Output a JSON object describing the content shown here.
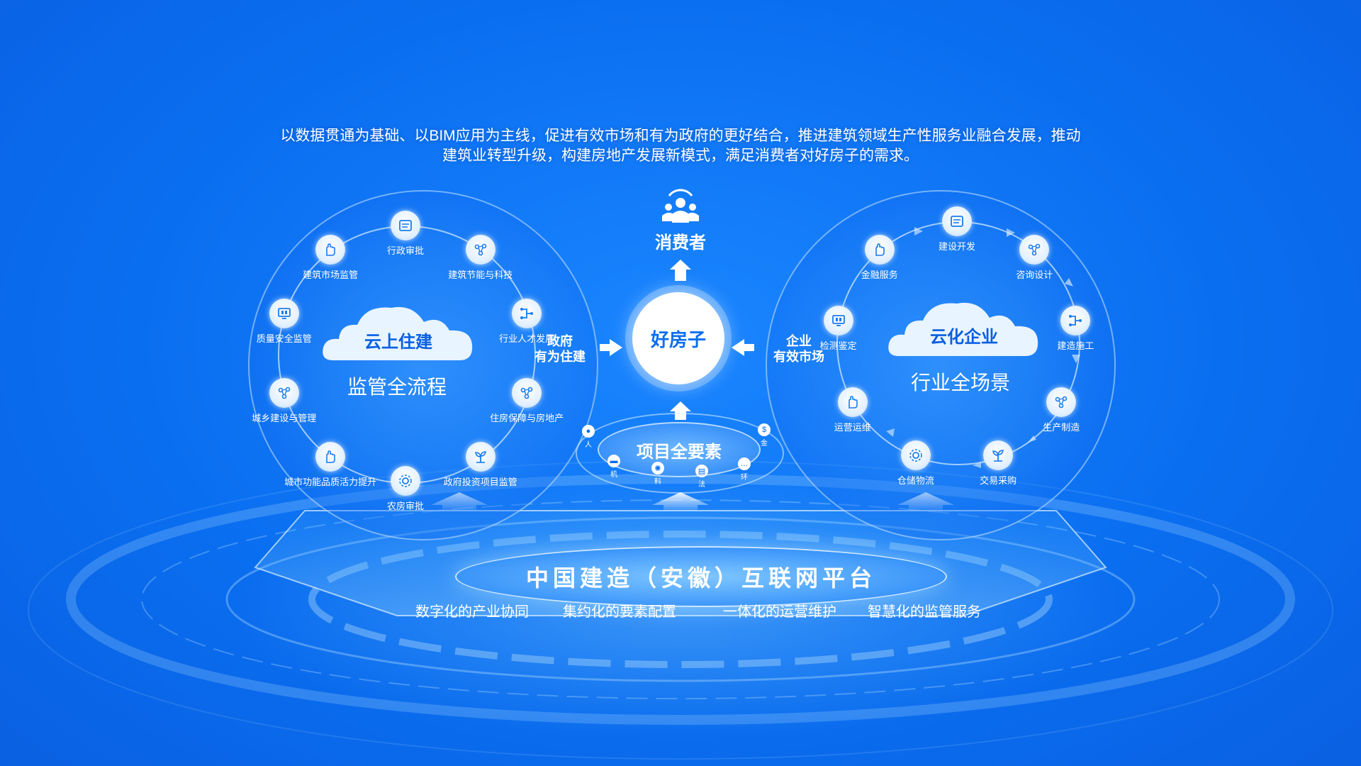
{
  "intro": {
    "line1": "以数据贯通为基础、以BIM应用为主线，促进有效市场和有为政府的更好结合，推进建筑领域生产性服务业融合发展，推动",
    "line2": "建筑业转型升级，构建房地产发展新模式，满足消费者对好房子的需求。"
  },
  "consumer": {
    "label": "消费者",
    "icon": "people-icon"
  },
  "center": {
    "label": "好房子"
  },
  "left": {
    "cloud_label": "云上住建",
    "subtitle": "监管全流程",
    "side_label_line1": "政府",
    "side_label_line2": "有为住建",
    "nodes": [
      {
        "label": "行政审批",
        "icon": "document-icon"
      },
      {
        "label": "建筑节能与科技",
        "icon": "network-icon"
      },
      {
        "label": "行业人才发展",
        "icon": "flow-icon"
      },
      {
        "label": "住房保障与房地产",
        "icon": "network-icon"
      },
      {
        "label": "政府投资项目监管",
        "icon": "sprout-icon"
      },
      {
        "label": "农房审批",
        "icon": "gear-icon"
      },
      {
        "label": "城市功能品质活力提升",
        "icon": "hand-icon"
      },
      {
        "label": "城乡建设与管理",
        "icon": "network-icon"
      },
      {
        "label": "质量安全监管",
        "icon": "monitor-icon"
      },
      {
        "label": "建筑市场监管",
        "icon": "hand-icon"
      }
    ]
  },
  "right": {
    "cloud_label": "云化企业",
    "subtitle": "行业全场景",
    "side_label_line1": "企业",
    "side_label_line2": "有效市场",
    "nodes": [
      {
        "label": "建设开发",
        "icon": "document-icon"
      },
      {
        "label": "咨询设计",
        "icon": "network-icon"
      },
      {
        "label": "建造施工",
        "icon": "flow-icon"
      },
      {
        "label": "生产制造",
        "icon": "network-icon"
      },
      {
        "label": "交易采购",
        "icon": "sprout-icon"
      },
      {
        "label": "仓储物流",
        "icon": "gear-icon"
      },
      {
        "label": "运营运维",
        "icon": "hand-icon"
      },
      {
        "label": "检测鉴定",
        "icon": "monitor-icon"
      },
      {
        "label": "金融服务",
        "icon": "hand-icon"
      }
    ]
  },
  "project": {
    "label": "项目全要素",
    "elements": [
      {
        "label": "人",
        "icon": "person-icon"
      },
      {
        "label": "机",
        "icon": "machine-icon"
      },
      {
        "label": "料",
        "icon": "material-icon"
      },
      {
        "label": "法",
        "icon": "method-icon"
      },
      {
        "label": "环",
        "icon": "chat-icon"
      },
      {
        "label": "金",
        "icon": "money-icon"
      }
    ]
  },
  "platform": {
    "title": "中国建造（安徽）互联网平台",
    "features": [
      "数字化的产业协同",
      "集约化的要素配置",
      "一体化的运营维护",
      "智慧化的监管服务"
    ]
  },
  "colors": {
    "background": "#0a6ef0",
    "accent": "#ffffff",
    "cloud_text": "#0a5fe0"
  }
}
